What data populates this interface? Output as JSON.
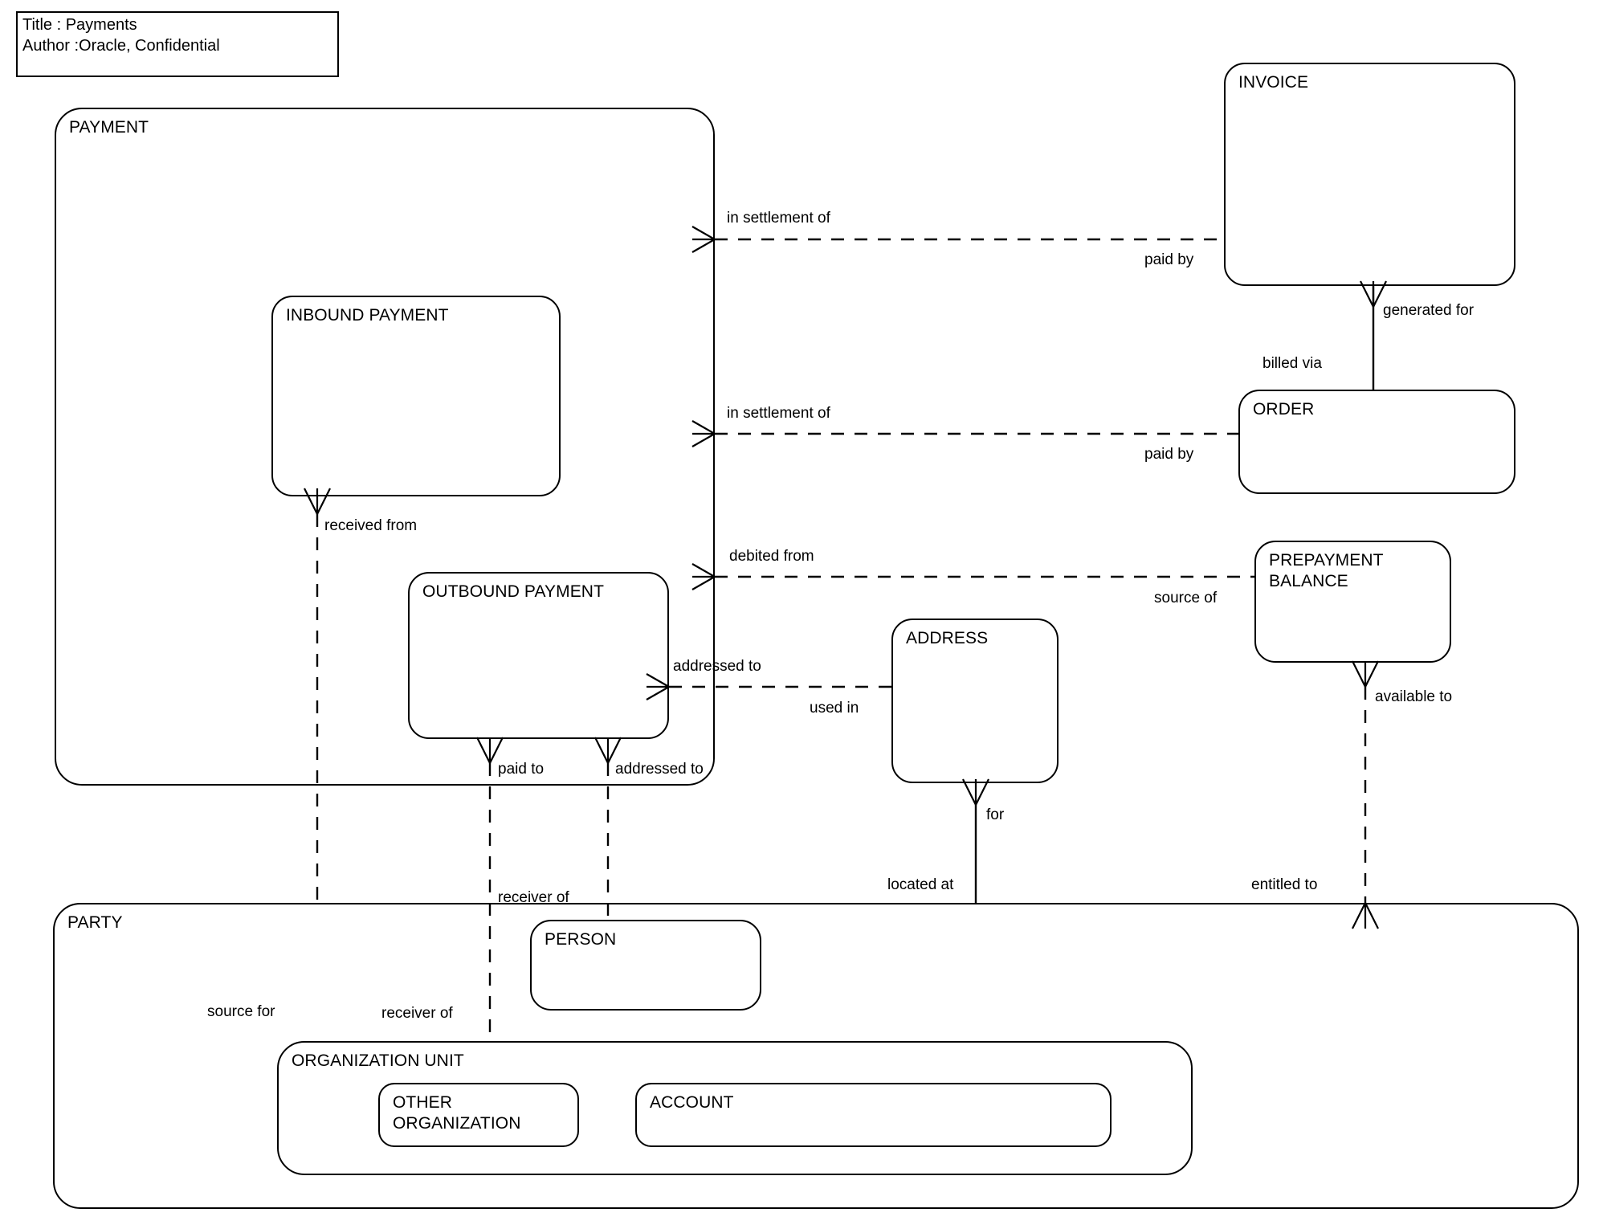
{
  "title_block": {
    "name": "diagram-title-block",
    "lines": "Title : Payments\nAuthor :Oracle, Confidential"
  },
  "diagram": {
    "type": "entity-relationship-diagram",
    "background": "#ffffff",
    "line_color": "#000000"
  },
  "entities": [
    {
      "id": "payment",
      "label": "PAYMENT"
    },
    {
      "id": "inbound_payment",
      "label": "INBOUND PAYMENT"
    },
    {
      "id": "outbound_payment",
      "label": "OUTBOUND PAYMENT"
    },
    {
      "id": "invoice",
      "label": "INVOICE"
    },
    {
      "id": "order",
      "label": "ORDER"
    },
    {
      "id": "prepayment_balance",
      "label": "PREPAYMENT\nBALANCE"
    },
    {
      "id": "address",
      "label": "ADDRESS"
    },
    {
      "id": "party",
      "label": "PARTY"
    },
    {
      "id": "person",
      "label": "PERSON"
    },
    {
      "id": "organization_unit",
      "label": "ORGANIZATION UNIT"
    },
    {
      "id": "other_organization",
      "label": "OTHER\nORGANIZATION"
    },
    {
      "id": "account",
      "label": "ACCOUNT"
    }
  ],
  "relationships": [
    {
      "id": "r1",
      "from": "payment",
      "to": "invoice",
      "from_label": "in settlement of",
      "to_label": "paid by"
    },
    {
      "id": "r2",
      "from": "payment",
      "to": "order",
      "from_label": "in settlement of",
      "to_label": "paid by"
    },
    {
      "id": "r3",
      "from": "invoice",
      "to": "order",
      "from_label": "generated for",
      "to_label": "billed via"
    },
    {
      "id": "r4",
      "from": "payment",
      "to": "prepayment_balance",
      "from_label": "debited from",
      "to_label": "source of"
    },
    {
      "id": "r5",
      "from": "outbound_payment",
      "to": "address",
      "from_label": "addressed to",
      "to_label": "used in"
    },
    {
      "id": "r6",
      "from": "inbound_payment",
      "to": "party",
      "from_label": "received from",
      "to_label": "source for"
    },
    {
      "id": "r7",
      "from": "outbound_payment",
      "to": "organization_unit",
      "from_label": "paid to",
      "to_label": "receiver of"
    },
    {
      "id": "r8",
      "from": "outbound_payment",
      "to": "person",
      "from_label": "addressed to",
      "to_label": "receiver of"
    },
    {
      "id": "r9",
      "from": "address",
      "to": "party",
      "from_label": "for",
      "to_label": "located at"
    },
    {
      "id": "r10",
      "from": "prepayment_balance",
      "to": "party",
      "from_label": "available to",
      "to_label": "entitled to"
    }
  ],
  "labels": {
    "in_settlement_of_1": "in settlement of",
    "paid_by_1": "paid by",
    "in_settlement_of_2": "in settlement of",
    "paid_by_2": "paid by",
    "generated_for": "generated for",
    "billed_via": "billed via",
    "debited_from": "debited from",
    "source_of": "source of",
    "addressed_to_addr": "addressed to",
    "used_in": "used in",
    "received_from": "received from",
    "source_for": "source for",
    "paid_to": "paid to",
    "receiver_of_org": "receiver of",
    "addressed_to_person": "addressed to",
    "receiver_of_person": "receiver of",
    "for": "for",
    "located_at": "located at",
    "available_to": "available to",
    "entitled_to": "entitled to"
  }
}
